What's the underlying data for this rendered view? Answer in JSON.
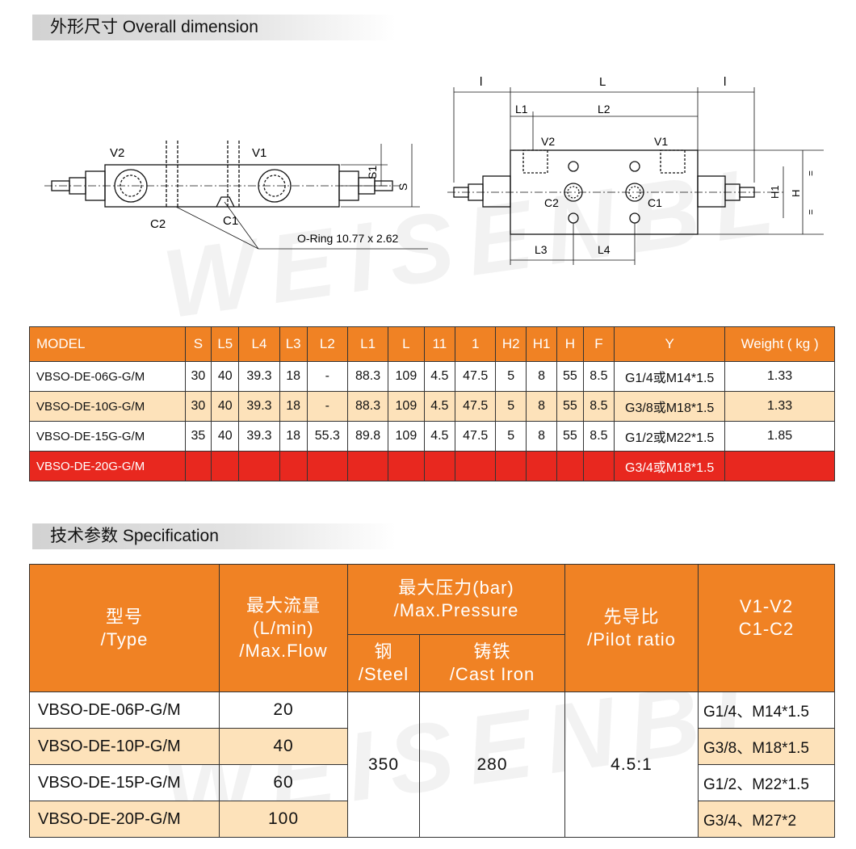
{
  "section1_title": "外形尺寸 Overall dimension",
  "section2_title": "技术参数 Specification",
  "watermark": "WEISENBL",
  "drawing_left": {
    "v2": "V2",
    "v1": "V1",
    "c2": "C2",
    "c1": "C1",
    "s1": "S1",
    "s": "S",
    "oring": "O-Ring 10.77 x 2.62"
  },
  "drawing_right": {
    "l_small_left": "l",
    "l_big": "L",
    "l_small_right": "l",
    "l1": "L1",
    "l2": "L2",
    "v2": "V2",
    "v1": "V1",
    "c2": "C2",
    "c1": "C1",
    "l3": "L3",
    "l4": "L4",
    "h1": "H1",
    "h": "H",
    "eq": "="
  },
  "dim_table": {
    "headers": [
      "MODEL",
      "S",
      "L5",
      "L4",
      "L3",
      "L2",
      "L1",
      "L",
      "11",
      "1",
      "H2",
      "H1",
      "H",
      "F",
      "Y",
      "Weight ( kg )"
    ],
    "rows": [
      [
        "VBSO-DE-06G-G/M",
        "30",
        "40",
        "39.3",
        "18",
        "-",
        "88.3",
        "109",
        "4.5",
        "47.5",
        "5",
        "8",
        "55",
        "8.5",
        "G1/4或M14*1.5",
        "1.33"
      ],
      [
        "VBSO-DE-10G-G/M",
        "30",
        "40",
        "39.3",
        "18",
        "-",
        "88.3",
        "109",
        "4.5",
        "47.5",
        "5",
        "8",
        "55",
        "8.5",
        "G3/8或M18*1.5",
        "1.33"
      ],
      [
        "VBSO-DE-15G-G/M",
        "35",
        "40",
        "39.3",
        "18",
        "55.3",
        "89.8",
        "109",
        "4.5",
        "47.5",
        "5",
        "8",
        "55",
        "8.5",
        "G1/2或M22*1.5",
        "1.85"
      ],
      [
        "VBSO-DE-20G-G/M",
        "",
        "",
        "",
        "",
        "",
        "",
        "",
        "",
        "",
        "",
        "",
        "",
        "",
        "G3/4或M18*1.5",
        ""
      ]
    ]
  },
  "spec_table": {
    "h_type_cn": "型号",
    "h_type_en": "/Type",
    "h_flow_cn": "最大流量",
    "h_flow_unit": "(L/min)",
    "h_flow_en": "/Max.Flow",
    "h_pressure_cn": "最大压力(bar)",
    "h_pressure_en": "/Max.Pressure",
    "h_steel_cn": "钢",
    "h_steel_en": "/Steel",
    "h_cast_cn": "铸铁",
    "h_cast_en": "/Cast Iron",
    "h_pilot_cn": "先导比",
    "h_pilot_en": "/Pilot ratio",
    "h_v": "V1-V2",
    "h_c": "C1-C2",
    "steel_value": "350",
    "cast_value": "280",
    "pilot_value": "4.5:1",
    "rows": [
      {
        "model": "VBSO-DE-06P-G/M",
        "flow": "20",
        "port": "G1/4、M14*1.5"
      },
      {
        "model": "VBSO-DE-10P-G/M",
        "flow": "40",
        "port": "G3/8、M18*1.5"
      },
      {
        "model": "VBSO-DE-15P-G/M",
        "flow": "60",
        "port": "G1/2、M22*1.5"
      },
      {
        "model": "VBSO-DE-20P-G/M",
        "flow": "100",
        "port": "G3/4、M27*2"
      }
    ]
  }
}
